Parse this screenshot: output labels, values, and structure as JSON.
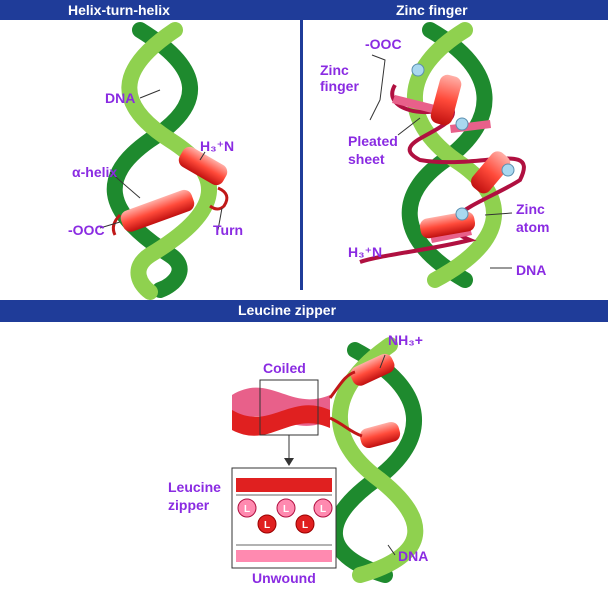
{
  "colors": {
    "band": "#1f3c99",
    "label": "#8a2be2",
    "dna_light": "#8fd14f",
    "dna_dark": "#1e8a2e",
    "helix_light": "#ff8a80",
    "helix_dark": "#e02020",
    "sheet": "#e8608a",
    "zinc": "#a9d8f0"
  },
  "panels": {
    "hth": {
      "title": "Helix-turn-helix",
      "labels": {
        "dna": "DNA",
        "alpha_helix": "α-helix",
        "n_term": "H₃⁺N",
        "c_term": "-OOC",
        "turn": "Turn"
      }
    },
    "zinc": {
      "title": "Zinc finger",
      "labels": {
        "c_term": "-OOC",
        "zinc_finger": "Zinc finger",
        "pleated_sheet": "Pleated sheet",
        "zinc_atom": "Zinc atom",
        "n_term": "H₃⁺N",
        "dna": "DNA"
      }
    },
    "leucine": {
      "title": "Leucine zipper",
      "labels": {
        "nh3": "NH₃+",
        "coiled": "Coiled",
        "leucine_zipper": "Leucine zipper",
        "unwound": "Unwound",
        "dna": "DNA",
        "residue": "L"
      }
    }
  }
}
